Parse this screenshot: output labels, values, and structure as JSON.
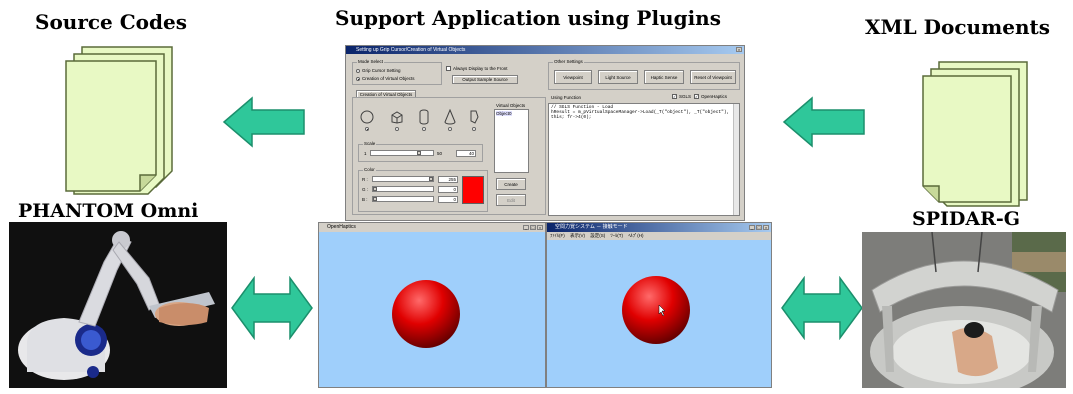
{
  "headings": {
    "source_codes": "Source Codes",
    "support_app": "Support Application using Plugins",
    "xml_documents": "XML Documents",
    "phantom": "PHANTOM Omni",
    "spidar": "SPIDAR-G"
  },
  "dialog": {
    "title": "Setting up Grip Cursor/Creation of Virtual Objects",
    "mode_select": {
      "label": "Mode Select",
      "options": [
        "Grip Cursor Setting",
        "Creation of Virtual Objects"
      ]
    },
    "always_front_label": "Always Display to the Front",
    "output_sample_label": "Output Sample Source",
    "tab_label": "Creation of Virtual Objects",
    "virtual_objects_label": "Virtual Objects",
    "virtual_objects_items": [
      "Object0"
    ],
    "scale": {
      "label": "Scale",
      "min": "1",
      "max": "50",
      "value": "40",
      "level": 0.75
    },
    "color": {
      "label": "Color",
      "channels": [
        {
          "name": "R :",
          "value": "255",
          "level": 1.0
        },
        {
          "name": "G :",
          "value": "0",
          "level": 0.0
        },
        {
          "name": "B :",
          "value": "0",
          "level": 0.0
        }
      ],
      "swatch": "#ff0000"
    },
    "create_label": "Create",
    "edit_label": "Edit",
    "other_settings": {
      "label": "Other Settings",
      "buttons": [
        "Viewpoint",
        "Light Source",
        "Haptic Sense",
        "Reset of Viewpoint"
      ]
    },
    "using_function": {
      "label": "Using Function",
      "sgl_label": "SGLS",
      "opengraphics_label": "OpenHaptics",
      "code_lines": [
        "// SGLS Function - Load",
        "hResult = m_pVirtualSpaceManager->Load(_T(\"object\"), _T(\"object\"),",
        "this; fr->4(0);"
      ]
    }
  },
  "window_left": {
    "title": "OpenHaptics",
    "sphere_color": "#e00000"
  },
  "window_right": {
    "title": "空間力覚システム － 接触モード",
    "menu": [
      "ﾌｧｲﾙ(F)",
      "表示(V)",
      "設定(S)",
      "ﾂｰﾙ(T)",
      "ﾍﾙﾌﾟ(H)"
    ],
    "sphere_color": "#e00000"
  },
  "colors": {
    "arrow": "#2fc79a",
    "arrow_stroke": "#1b8f6c",
    "document": "#e8f9c4",
    "document_stroke": "#5a6b3a",
    "sky": "#9fcffb"
  }
}
